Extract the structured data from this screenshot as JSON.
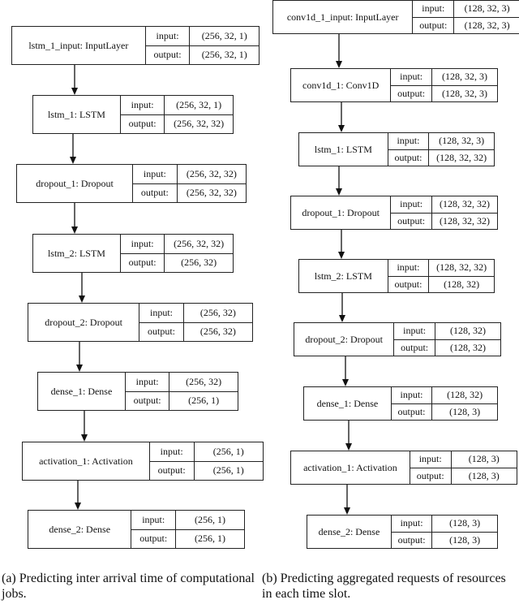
{
  "left_model": {
    "nodes": [
      {
        "name": "lstm_1_input: InputLayer",
        "in_label": "input:",
        "out_label": "output:",
        "in_shape": "(256, 32, 1)",
        "out_shape": "(256, 32, 1)"
      },
      {
        "name": "lstm_1: LSTM",
        "in_label": "input:",
        "out_label": "output:",
        "in_shape": "(256, 32, 1)",
        "out_shape": "(256, 32, 32)"
      },
      {
        "name": "dropout_1: Dropout",
        "in_label": "input:",
        "out_label": "output:",
        "in_shape": "(256, 32, 32)",
        "out_shape": "(256, 32, 32)"
      },
      {
        "name": "lstm_2: LSTM",
        "in_label": "input:",
        "out_label": "output:",
        "in_shape": "(256, 32, 32)",
        "out_shape": "(256, 32)"
      },
      {
        "name": "dropout_2: Dropout",
        "in_label": "input:",
        "out_label": "output:",
        "in_shape": "(256, 32)",
        "out_shape": "(256, 32)"
      },
      {
        "name": "dense_1: Dense",
        "in_label": "input:",
        "out_label": "output:",
        "in_shape": "(256, 32)",
        "out_shape": "(256, 1)"
      },
      {
        "name": "activation_1: Activation",
        "in_label": "input:",
        "out_label": "output:",
        "in_shape": "(256, 1)",
        "out_shape": "(256, 1)"
      },
      {
        "name": "dense_2: Dense",
        "in_label": "input:",
        "out_label": "output:",
        "in_shape": "(256, 1)",
        "out_shape": "(256, 1)"
      }
    ],
    "caption": "(a) Predicting inter arrival time of computational jobs."
  },
  "right_model": {
    "nodes": [
      {
        "name": "conv1d_1_input: InputLayer",
        "in_label": "input:",
        "out_label": "output:",
        "in_shape": "(128, 32, 3)",
        "out_shape": "(128, 32, 3)"
      },
      {
        "name": "conv1d_1: Conv1D",
        "in_label": "input:",
        "out_label": "output:",
        "in_shape": "(128, 32, 3)",
        "out_shape": "(128, 32, 3)"
      },
      {
        "name": "lstm_1: LSTM",
        "in_label": "input:",
        "out_label": "output:",
        "in_shape": "(128, 32, 3)",
        "out_shape": "(128, 32, 32)"
      },
      {
        "name": "dropout_1: Dropout",
        "in_label": "input:",
        "out_label": "output:",
        "in_shape": "(128, 32, 32)",
        "out_shape": "(128, 32, 32)"
      },
      {
        "name": "lstm_2: LSTM",
        "in_label": "input:",
        "out_label": "output:",
        "in_shape": "(128, 32, 32)",
        "out_shape": "(128, 32)"
      },
      {
        "name": "dropout_2: Dropout",
        "in_label": "input:",
        "out_label": "output:",
        "in_shape": "(128, 32)",
        "out_shape": "(128, 32)"
      },
      {
        "name": "dense_1: Dense",
        "in_label": "input:",
        "out_label": "output:",
        "in_shape": "(128, 32)",
        "out_shape": "(128, 3)"
      },
      {
        "name": "activation_1: Activation",
        "in_label": "input:",
        "out_label": "output:",
        "in_shape": "(128, 3)",
        "out_shape": "(128, 3)"
      },
      {
        "name": "dense_2: Dense",
        "in_label": "input:",
        "out_label": "output:",
        "in_shape": "(128, 3)",
        "out_shape": "(128, 3)"
      }
    ],
    "caption": "(b) Predicting aggregated requests of resources in each time slot."
  }
}
